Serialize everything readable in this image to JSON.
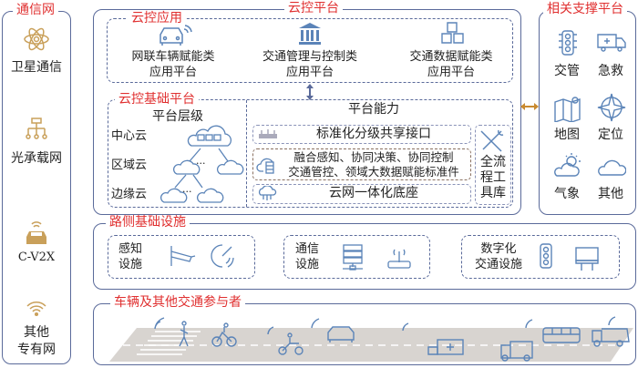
{
  "comm_network": {
    "title": "通信网",
    "items": [
      {
        "label": "卫星通信",
        "icon": "atom-icon"
      },
      {
        "label": "光承载网",
        "icon": "network-tree-icon"
      },
      {
        "label": "C-V2X",
        "icon": "connected-car-icon"
      },
      {
        "label_line1": "其他",
        "label_line2": "专有网",
        "icon": "wifi-icon"
      }
    ]
  },
  "cloud_platform": {
    "title": "云控平台",
    "apps": {
      "title": "云控应用",
      "items": [
        {
          "line1": "网联车辆赋能类",
          "line2": "应用平台"
        },
        {
          "line1": "交通管理与控制类",
          "line2": "应用平台"
        },
        {
          "line1": "交通数据赋能类",
          "line2": "应用平台"
        }
      ]
    },
    "base": {
      "title": "云控基础平台",
      "levels_title": "平台层级",
      "levels": [
        "中心云",
        "区域云",
        "边缘云"
      ],
      "ellipsis": "···",
      "capability_title": "平台能力",
      "cap1": "标准化分级共享接口",
      "cap2_line1": "融合感知、协同决策、协同控制",
      "cap2_line2": "交通管控、领域大数据赋能标准件",
      "cap3": "云网一体化底座",
      "tools": [
        "全流",
        "程工",
        "具库"
      ]
    }
  },
  "support": {
    "title": "相关支撑平台",
    "items": [
      "交管",
      "急救",
      "地图",
      "定位",
      "气象",
      "其他"
    ]
  },
  "roadside": {
    "title": "路侧基础设施",
    "groups": [
      {
        "line1": "感知",
        "line2": "设施"
      },
      {
        "line1": "通信",
        "line2": "设施"
      },
      {
        "line1": "数字化",
        "line2": "交通设施"
      }
    ]
  },
  "participants": {
    "title": "车辆及其他交通参与者"
  },
  "colors": {
    "title_red": "#e03030",
    "border": "#5a6a9a",
    "icon_blue": "#5b84b8",
    "icon_gold": "#c9a05a",
    "arrow": "#c98a30"
  }
}
